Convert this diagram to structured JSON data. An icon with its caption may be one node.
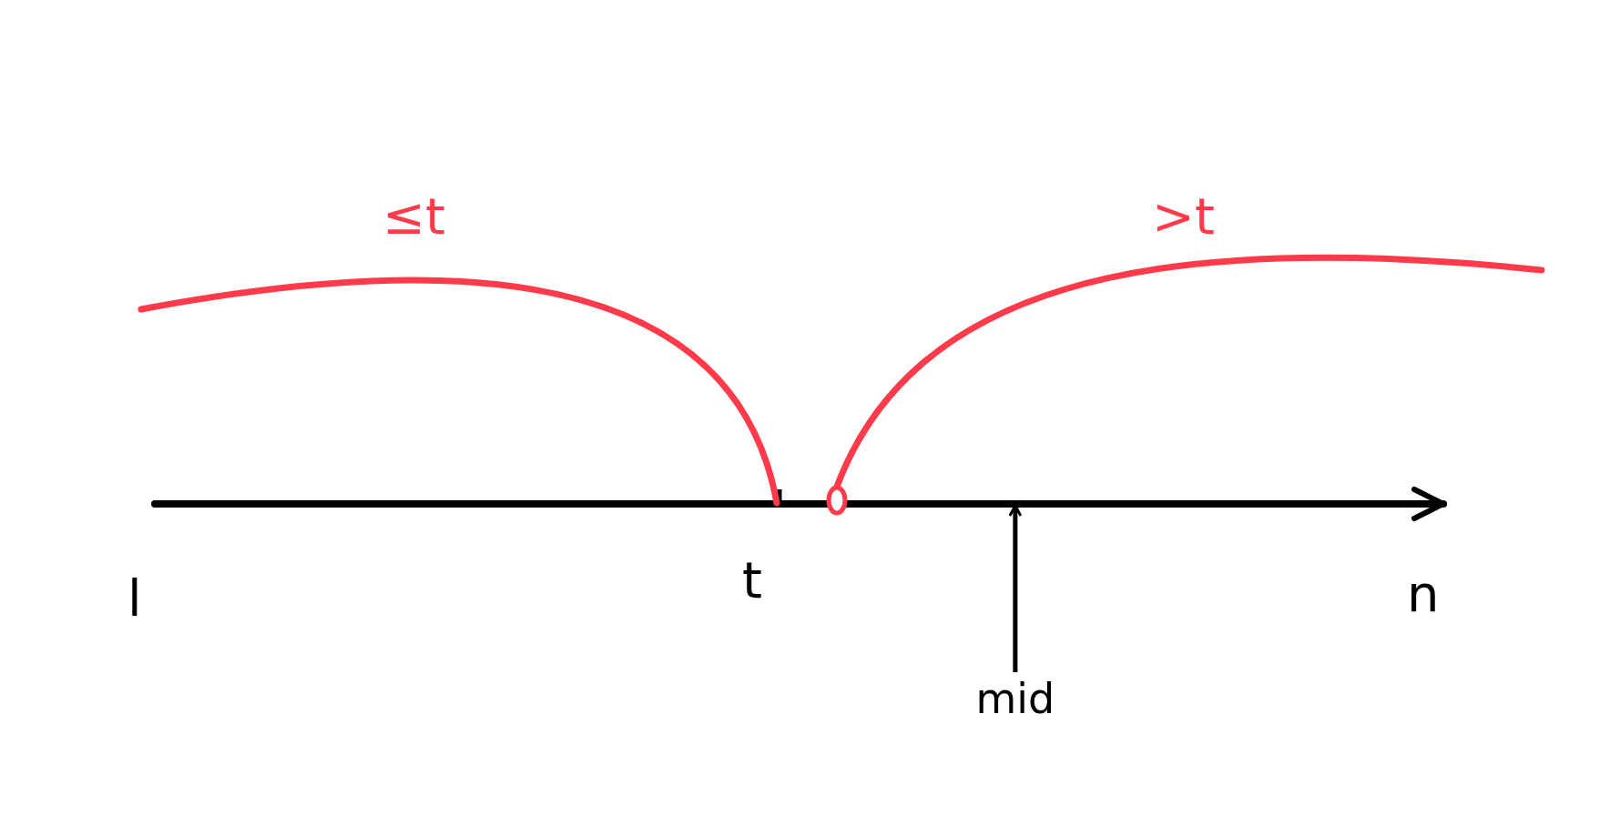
{
  "diagram": {
    "nodes": [
      {
        "text": [
          "mid"
        ]
      },
      {
        "text": [],
        "shape": "line"
      }
    ],
    "edges": [
      {
        "from": 0,
        "to": 1,
        "arrow": "to"
      }
    ],
    "labels": [
      "≤t",
      ">t",
      "l",
      "t",
      "n"
    ]
  }
}
